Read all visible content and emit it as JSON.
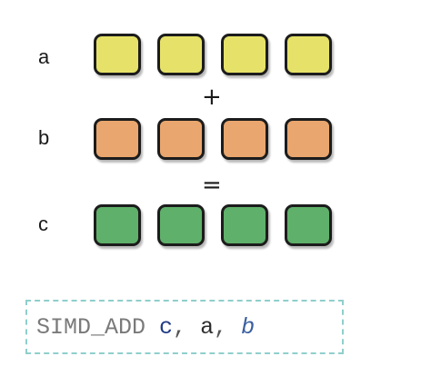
{
  "rows": [
    {
      "label": "a",
      "color": "#e6e269",
      "cells": 4
    },
    {
      "label": "b",
      "color": "#e9a66e",
      "cells": 4
    },
    {
      "label": "c",
      "color": "#5fb06a",
      "cells": 4
    }
  ],
  "operators": {
    "plus": "+",
    "equals": "="
  },
  "code": {
    "instruction": "SIMD_ADD",
    "arg1": "c",
    "comma1": ",",
    "arg2": "a",
    "comma2": ",",
    "arg3": "b"
  },
  "colors": {
    "border": "#1c1c1c",
    "code_box_border": "#8fcfcc"
  }
}
